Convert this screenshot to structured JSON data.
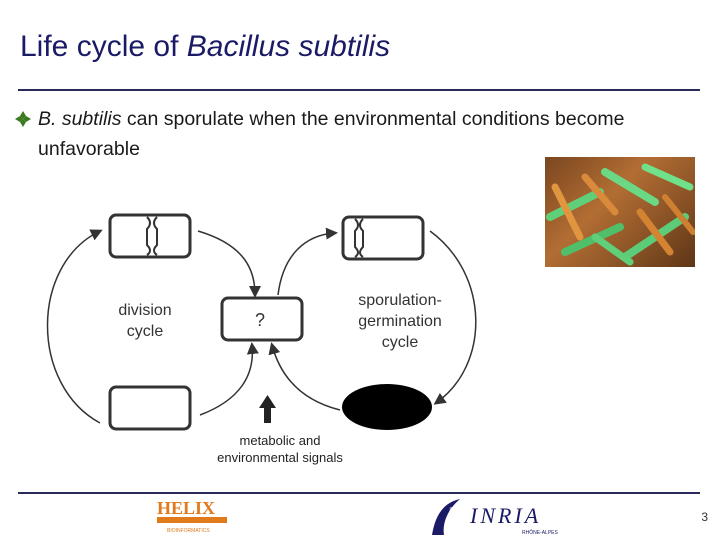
{
  "slide": {
    "title_prefix": "Life cycle of ",
    "title_italic": "Bacillus subtilis",
    "bullet": {
      "italic_part": "B. subtilis",
      "rest": " can sporulate when the environmental conditions become unfavorable"
    },
    "page_number": "3"
  },
  "diagram": {
    "division_label": "division\ncycle",
    "unknown_label": "?",
    "sporulation_label": "sporulation-\ngermination\ncycle",
    "signals_label": "metabolic and\nenvironmental signals"
  },
  "logos": {
    "helix_text": "HELIX",
    "helix_sub": "BIOINFORMATICS",
    "inria_text": "INRIA",
    "inria_sub": "RHÔNE-ALPES"
  },
  "colors": {
    "title": "#1a1a66",
    "bullet": "#3b7a1f",
    "rule": "#2a2a5a",
    "helix_orange": "#e07a1a"
  }
}
